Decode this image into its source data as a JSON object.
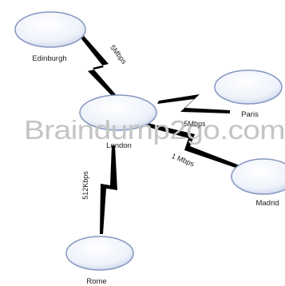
{
  "nodes": {
    "edinburgh": "Edinburgh",
    "london": "London",
    "paris": "Paris",
    "madrid": "Madrid",
    "rome": "Rome"
  },
  "links": {
    "edinburgh_london": "5Mbps",
    "london_paris": "5Mbps",
    "london_madrid": "1 Mbps",
    "london_rome": "512Kbps"
  },
  "watermark": "Braindump2go.com",
  "colors": {
    "node_fill_top": "#ffffff",
    "node_fill_bottom": "#cfd8ea",
    "node_stroke": "#7f93bf",
    "link": "#000000",
    "watermark": "#c4c4c4"
  }
}
